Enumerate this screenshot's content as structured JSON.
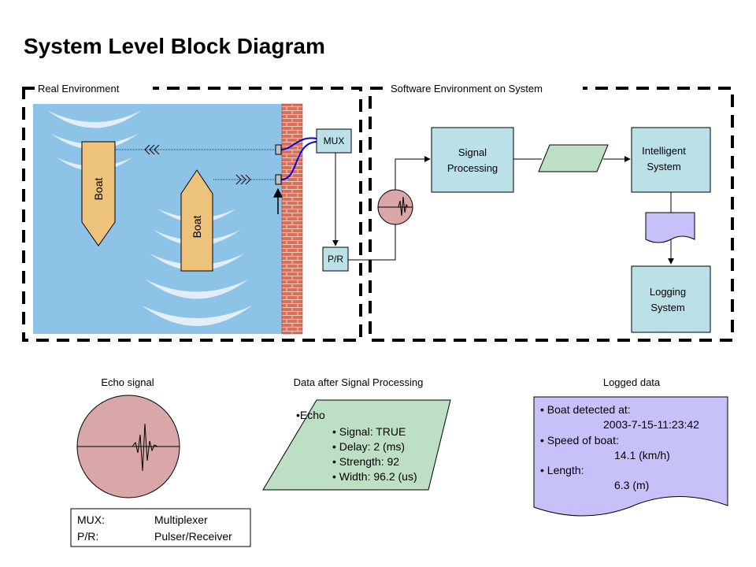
{
  "title": "System Level Block Diagram",
  "regions": {
    "real": "Real Environment",
    "software": "Software Environment on System"
  },
  "blocks": {
    "boat1": "Boat",
    "boat2": "Boat",
    "mux": "MUX",
    "pr": "P/R",
    "signal_processing": [
      "Signal",
      "Processing"
    ],
    "intelligent_system": [
      "Intelligent",
      "System"
    ],
    "logging_system": [
      "Logging",
      "System"
    ]
  },
  "captions": {
    "echo_signal": "Echo signal",
    "data_after": "Data after Signal Processing",
    "logged_data": "Logged data"
  },
  "processed_data": {
    "heading": "•Echo",
    "items": [
      "• Signal: TRUE",
      "• Delay: 2 (ms)",
      "• Strength: 92",
      "• Width: 96.2 (us)"
    ]
  },
  "logged": {
    "lines": [
      "• Boat detected at:",
      "2003-7-15-11:23:42",
      "• Speed of boat:",
      "14.1 (km/h)",
      "• Length:",
      "6.3 (m)"
    ]
  },
  "legend": {
    "rows": [
      {
        "abbr": "MUX:",
        "full": "Multiplexer"
      },
      {
        "abbr": "P/R:",
        "full": "Pulser/Receiver"
      }
    ]
  },
  "colors": {
    "water": "#8EC3E8",
    "boat": "#EDC27A",
    "brick": "#D8705C",
    "block": "#BCE0E8",
    "data": "#BDE0C4",
    "log": "#C6C1F8",
    "echo": "#D9A7A7",
    "wave": "#E8F0F8",
    "cable": "#0000E0"
  }
}
